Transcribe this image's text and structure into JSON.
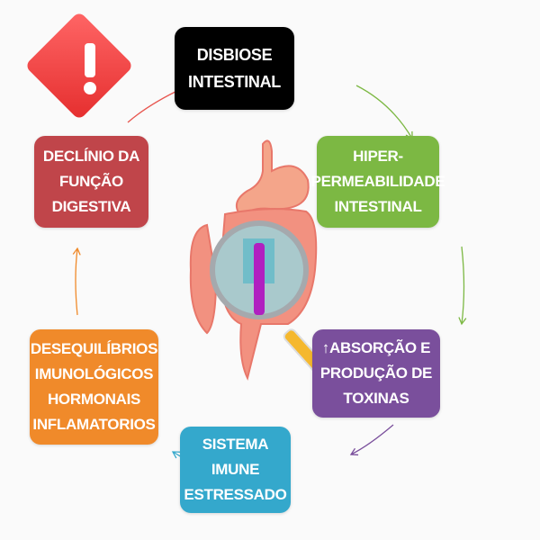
{
  "nodes": {
    "dysbiosis": {
      "lines": [
        "DISBIOSE",
        "INTESTINAL"
      ],
      "color": "#000000"
    },
    "hyperpermeability": {
      "lines": [
        "HIPER-",
        "PERMEABILIDADE",
        "INTESTINAL"
      ],
      "color": "#7cb843"
    },
    "toxins": {
      "lines": [
        "↑ABSORÇÃO E",
        "PRODUÇÃO DE",
        "TOXINAS"
      ],
      "color": "#7a4f9c"
    },
    "immune": {
      "lines": [
        "SISTEMA",
        "IMUNE",
        "ESTRESSADO"
      ],
      "color": "#34a8cc"
    },
    "imbalances": {
      "lines": [
        "DESEQUILÍBRIOS",
        "IMUNOLÓGICOS",
        "HORMONAIS",
        "INFLAMATORIOS"
      ],
      "color": "#f08a2a"
    },
    "decline": {
      "lines": [
        "DECLÍNIO DA",
        "FUNÇÃO",
        "DIGESTIVA"
      ],
      "color": "#c0454a"
    }
  },
  "warning": {
    "symbol": "!",
    "color": "#ee3d3d"
  }
}
